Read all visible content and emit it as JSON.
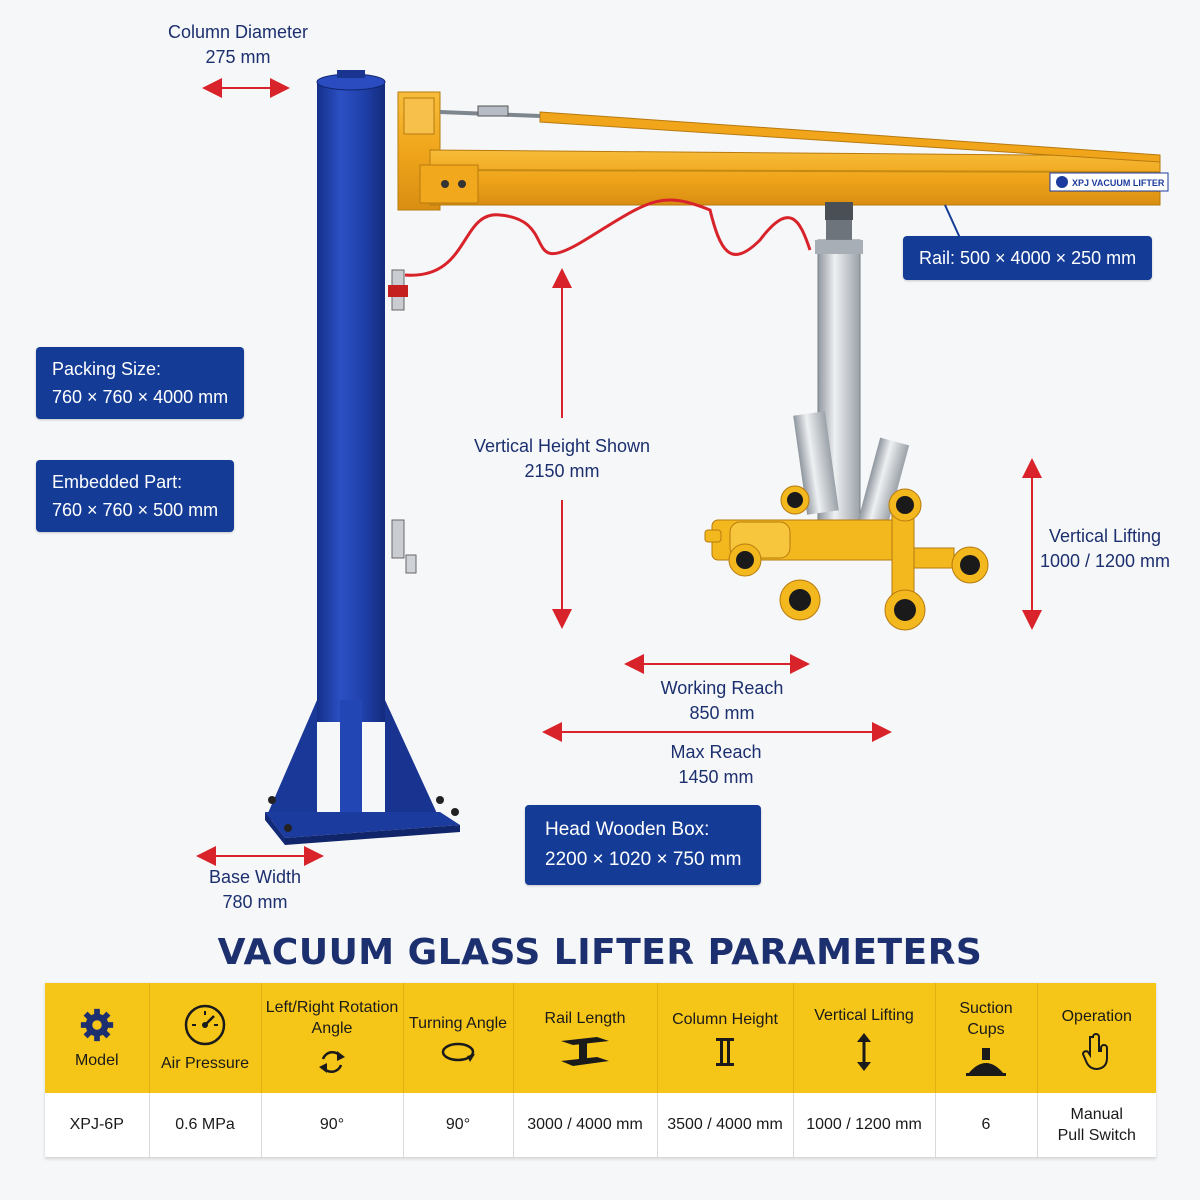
{
  "colors": {
    "column_blue": "#1f3fa8",
    "boom_yellow": "#f2a81d",
    "label_box": "#143c96",
    "arrow_red": "#d8232a",
    "header_yellow": "#f5c518"
  },
  "dimensions": {
    "column_diameter": {
      "label": "Column Diameter",
      "value": "275 mm"
    },
    "vertical_height": {
      "label": "Vertical Height Shown",
      "value": "2150 mm"
    },
    "vertical_lifting": {
      "label": "Vertical Lifting",
      "value": "1000 / 1200 mm"
    },
    "working_reach": {
      "label": "Working Reach",
      "value": "850 mm"
    },
    "max_reach": {
      "label": "Max Reach",
      "value": "1450 mm"
    },
    "base_width": {
      "label": "Base Width",
      "value": "780 mm"
    }
  },
  "boxes": {
    "rail": "Rail: 500 × 4000 × 250 mm",
    "packing": {
      "label": "Packing Size:",
      "value": "760 × 760 × 4000 mm"
    },
    "embedded": {
      "label": "Embedded Part:",
      "value": "760 × 760 × 500 mm"
    },
    "head_box": {
      "label": "Head Wooden Box:",
      "value": "2200 × 1020 × 750 mm"
    }
  },
  "boom_brand": "XPJ VACUUM LIFTER",
  "table": {
    "title": "VACUUM GLASS LIFTER PARAMETERS",
    "headers": [
      {
        "label": "Model",
        "icon": "gear-icon"
      },
      {
        "label": "Air Pressure",
        "icon": "gauge-icon"
      },
      {
        "label": "Left/Right Rotation Angle",
        "icon": "rotate-icon"
      },
      {
        "label": "Turning Angle",
        "icon": "turn-icon"
      },
      {
        "label": "Rail Length",
        "icon": "ibeam-icon"
      },
      {
        "label": "Column Height",
        "icon": "column-icon"
      },
      {
        "label": "Vertical Lifting",
        "icon": "updown-arrow-icon"
      },
      {
        "label": "Suction Cups",
        "icon": "suction-cup-icon"
      },
      {
        "label": "Operation",
        "icon": "hand-pointer-icon"
      }
    ],
    "values": [
      "XPJ-6P",
      "0.6 MPa",
      "90°",
      "90°",
      "3000 / 4000 mm",
      "3500 / 4000 mm",
      "1000 / 1200 mm",
      "6",
      "Manual Pull Switch"
    ]
  }
}
